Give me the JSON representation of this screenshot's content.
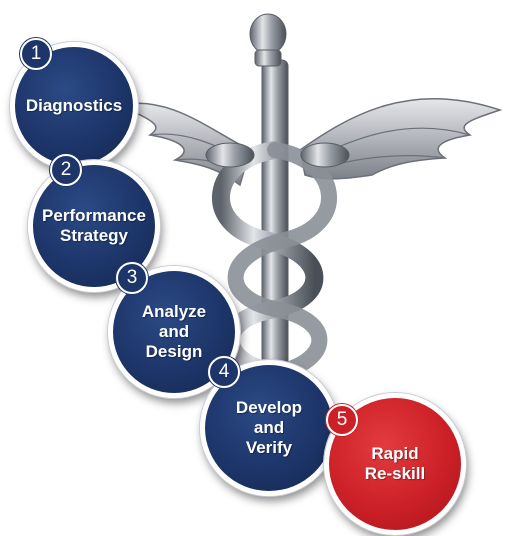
{
  "steps": [
    {
      "number": "1",
      "label": "Diagnostics"
    },
    {
      "number": "2",
      "label": "Performance\nStrategy"
    },
    {
      "number": "3",
      "label": "Analyze\nand\nDesign"
    },
    {
      "number": "4",
      "label": "Develop\nand\nVerify"
    },
    {
      "number": "5",
      "label": "Rapid\nRe-skill"
    }
  ],
  "colors": {
    "navy": "#1d3569",
    "red": "#cc2027",
    "metal": "#9a9ea6"
  },
  "icons": {
    "background": "caduceus-icon"
  }
}
